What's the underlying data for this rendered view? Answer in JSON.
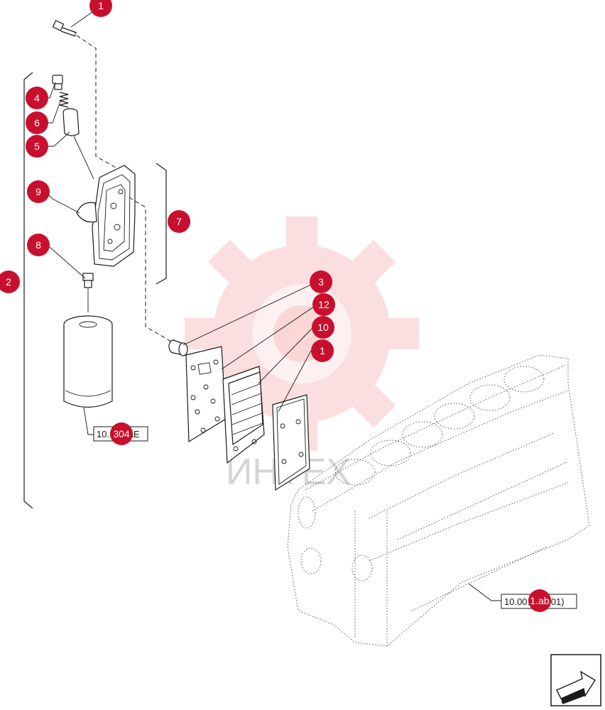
{
  "callouts": {
    "c1_top": "1",
    "c4": "4",
    "c6": "6",
    "c5": "5",
    "c9": "9",
    "c7": "7",
    "c8": "8",
    "c2": "2",
    "c3": "3",
    "c12": "12",
    "c10": "10",
    "c1_gasket": "1"
  },
  "references": {
    "filter_ref": "10.304.AE",
    "filter_ref_badge": "304",
    "block_ref": "10.001.ab (01)",
    "block_ref_badge": "1.ab"
  },
  "watermark": {
    "text": "ИНТЕХ"
  },
  "colors": {
    "callout": "#c8102e",
    "watermark": "#e8363c"
  },
  "icons": {
    "nav": "arrow-nav-icon"
  }
}
